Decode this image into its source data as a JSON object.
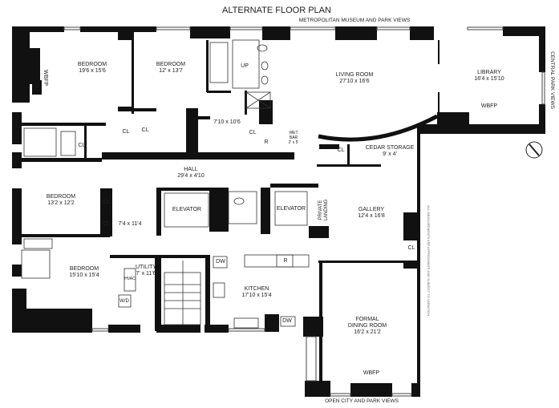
{
  "header": {
    "title": "ALTERNATE FLOOR PLAN"
  },
  "views": {
    "top": "METROPOLITAN MUSEUM AND PARK VIEWS",
    "right": "CENTRAL PARK VIEWS",
    "bottom": "OPEN CITY AND PARK VIEWS"
  },
  "disclaimer": "ALL MEASUREMENTS ARE APPROXIMATE AND SUBJECT TO VARIATION",
  "rooms": {
    "bedroom1": {
      "name": "BEDROOM",
      "dim": "19'6 x 15'6"
    },
    "bedroom2": {
      "name": "BEDROOM",
      "dim": "12' x 13'7"
    },
    "bedroom3": {
      "name": "BEDROOM",
      "dim": "13'2 x 12'2"
    },
    "bedroom4": {
      "name": "BEDROOM",
      "dim": "15'10 x 15'4"
    },
    "dressing": {
      "dim": "7'10 x 10'6"
    },
    "living": {
      "name": "LIVING ROOM",
      "dim": "27'10 x 16'6"
    },
    "library": {
      "name": "LIBRARY",
      "dim": "16'4 x 15'10"
    },
    "cedar": {
      "name": "CEDAR STORAGE",
      "dim": "9' x 4'"
    },
    "hall": {
      "name": "HALL",
      "dim": "29'4 x 4'10"
    },
    "foyer": {
      "dim": "7'4 x 11'4"
    },
    "elevator1": {
      "name": "ELEVATOR"
    },
    "elevator2": {
      "name": "ELEVATOR"
    },
    "landing": {
      "name": "PRIVATE LANDING"
    },
    "gallery": {
      "name": "GALLERY",
      "dim": "12'4 x 16'8"
    },
    "utility": {
      "name": "UTILITY",
      "dim": "7' x 11'6"
    },
    "kitchen": {
      "name": "KITCHEN",
      "dim": "17'10 x 15'4"
    },
    "dining": {
      "name": "FORMAL DINING ROOM",
      "line1": "FORMAL",
      "line2": "DINING ROOM",
      "dim": "16'2 x 21'2"
    },
    "wetbar": {
      "name": "WET BAR",
      "line1": "WET",
      "line2": "BAR",
      "dim": "2' x 5'"
    }
  },
  "fixtures": {
    "wbfp": "WBFP",
    "up": "UP",
    "cl": "CL",
    "r": "R",
    "dw": "DW",
    "hvac": "HVAC",
    "wd": "W/D"
  }
}
